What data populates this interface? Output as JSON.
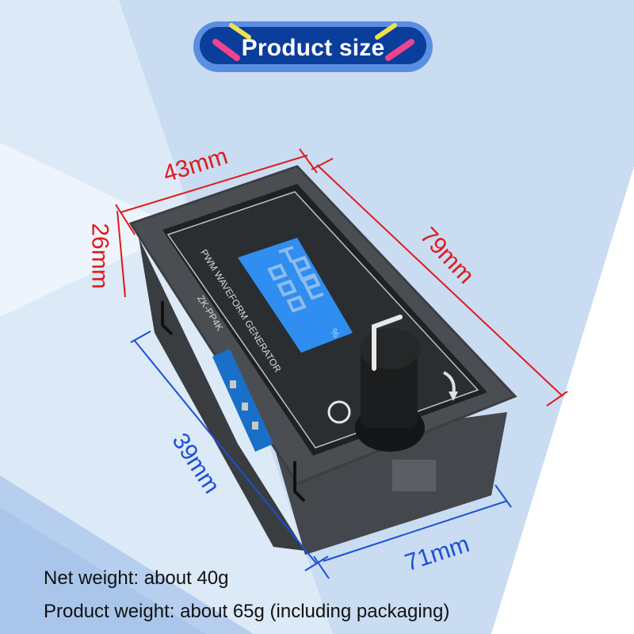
{
  "header": {
    "badge_label": "Product size",
    "badge_colors": {
      "outer": "#5a8ee0",
      "inner": "#0b3d9a",
      "accent_yellow": "#f2e04a",
      "accent_pink": "#f0438f"
    }
  },
  "dimensions": {
    "width_top": "43mm",
    "height_side": "26mm",
    "length_right": "79mm",
    "depth_left": "39mm",
    "length_bottom": "71mm",
    "colors": {
      "red": "#e01a1a",
      "blue": "#1a4fd6"
    }
  },
  "device": {
    "panel_title": "PWM WAVEFORM GENERATOR",
    "model": "ZK-PP4K",
    "display_unit": "%",
    "display_color": "#2f8ef0"
  },
  "notes": {
    "net_weight": "Net weight: about 40g",
    "product_weight": "Product weight: about 65g (including packaging)"
  }
}
